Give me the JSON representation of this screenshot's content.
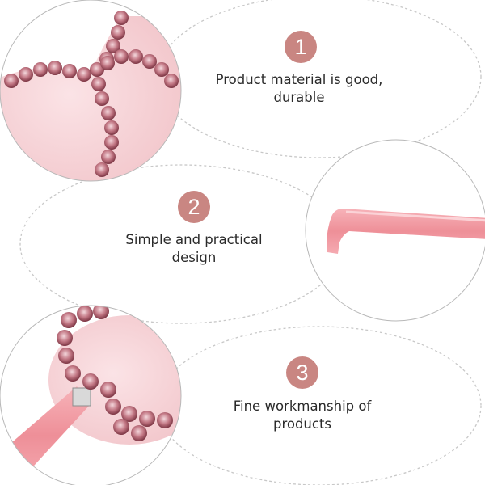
{
  "features": [
    {
      "number": "1",
      "line1": "Product material is good,",
      "line2": "durable",
      "image_icon": "rhinestone-frame-closeup-photo"
    },
    {
      "number": "2",
      "line1": "Simple and practical",
      "line2": "design",
      "image_icon": "pink-temple-arm-photo"
    },
    {
      "number": "3",
      "line1": "Fine workmanship of",
      "line2": "products",
      "image_icon": "lens-hinge-closeup-photo"
    }
  ],
  "colors": {
    "badge": "#c98682",
    "frame_pink": "#f3c9cd",
    "gem_dark": "#9e4c5a",
    "temple": "#ef9aa2",
    "dashed_outline": "#c8c8c8",
    "circle_outline": "#b8b8b8"
  }
}
